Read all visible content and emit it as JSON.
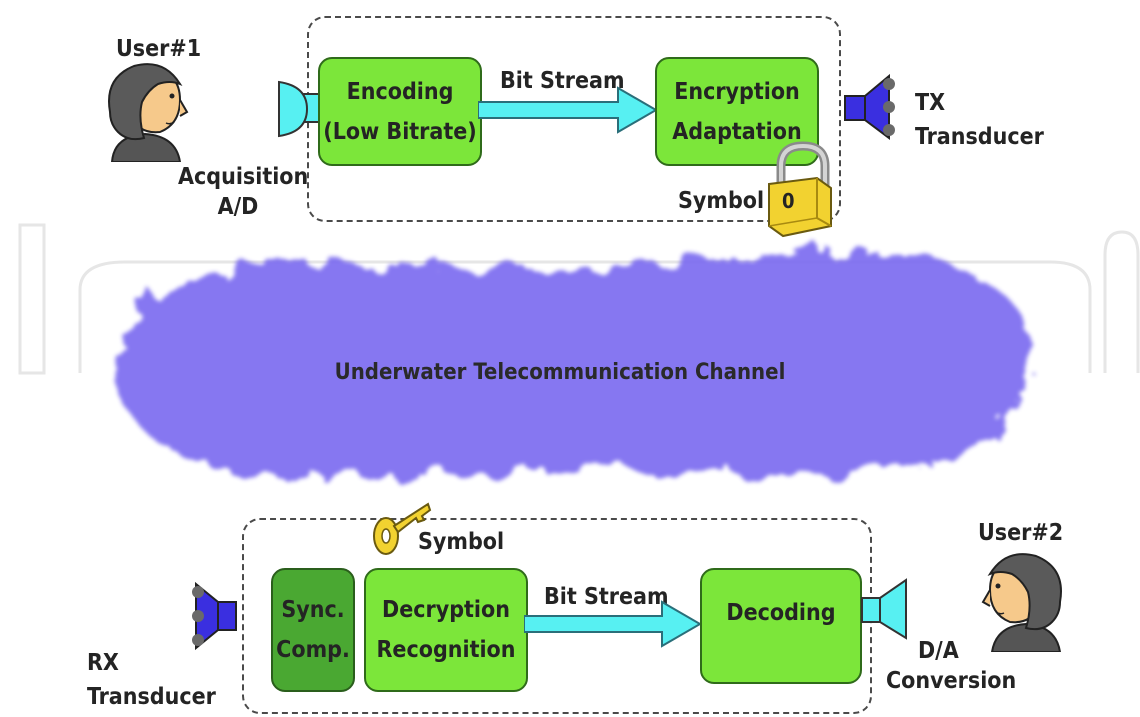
{
  "tx": {
    "user_label": "User#1",
    "acquisition_line1": "Acquisition",
    "acquisition_line2": "A/D",
    "encoding_line1": "Encoding",
    "encoding_line2": "(Low Bitrate)",
    "bitstream_label": "Bit Stream",
    "encryption_line1": "Encryption",
    "encryption_line2": "Adaptation",
    "symbol_label": "Symbol",
    "lock_digit": "0",
    "transducer_line1": "TX",
    "transducer_line2": "Transducer"
  },
  "channel": {
    "label": "Underwater Telecommunication Channel",
    "color": "#7b6cf0"
  },
  "rx": {
    "symbol_label": "Symbol",
    "sync_line1": "Sync.",
    "sync_line2": "Comp.",
    "decryption_line1": "Decryption",
    "decryption_line2": "Recognition",
    "bitstream_label": "Bit Stream",
    "decoding_label": "Decoding",
    "user_label": "User#2",
    "da_line1": "D/A",
    "da_line2": "Conversion",
    "transducer_line1": "RX",
    "transducer_line2": "Transducer"
  },
  "colors": {
    "block_green": "#7ce63a",
    "dark_green": "#4aa832",
    "arrow_cyan": "#57f0f2",
    "speaker_blue": "#3a2fe0",
    "lock_gold": "#f2d230"
  }
}
